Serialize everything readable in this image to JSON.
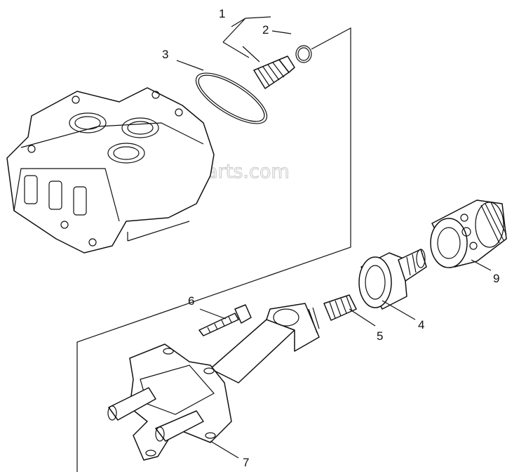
{
  "watermark": "eReplacementParts.com",
  "callouts": [
    {
      "id": "1",
      "label": "1"
    },
    {
      "id": "2",
      "label": "2"
    },
    {
      "id": "3",
      "label": "3"
    },
    {
      "id": "4",
      "label": "4"
    },
    {
      "id": "5",
      "label": "5"
    },
    {
      "id": "6",
      "label": "6"
    },
    {
      "id": "7",
      "label": "7"
    },
    {
      "id": "9",
      "label": "9"
    }
  ]
}
